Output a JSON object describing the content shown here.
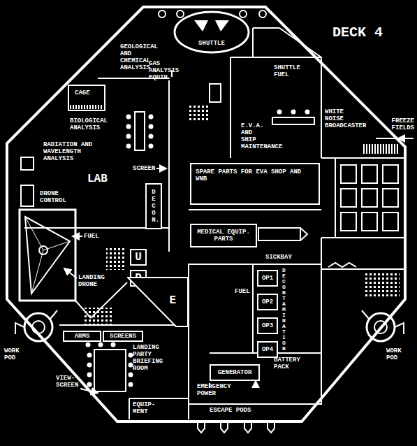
{
  "diagram": {
    "title": "DECK 4",
    "nodes": [
      {
        "text": [
          "SHUTTLE"
        ]
      },
      {
        "text": [
          "SPARE PARTS FOR EVA SHOP AND WNB"
        ]
      },
      {
        "text": [
          "MEDICAL EQUIP. PARTS"
        ]
      },
      {
        "text": [
          "DECON."
        ]
      },
      {
        "text": [
          "U"
        ]
      },
      {
        "text": [
          "D"
        ]
      },
      {
        "text": [
          "E"
        ]
      },
      {
        "text": [
          "OP1"
        ]
      },
      {
        "text": [
          "OP2"
        ]
      },
      {
        "text": [
          "OP3"
        ]
      },
      {
        "text": [
          "OP4"
        ]
      },
      {
        "text": [
          "GENERATOR"
        ]
      },
      {
        "text": [
          "ARMS"
        ]
      },
      {
        "text": [
          "SCREENS"
        ]
      }
    ],
    "labels": [
      "GEOLOGICAL AND CHEMICAL ANALYSIS",
      "GAS ANALYSIS EQUIP.",
      "SHUTTLE FUEL",
      "CAGE",
      "BIOLOGICAL ANALYSIS",
      "RADIATION AND WAVELENGTH ANALYSIS",
      "LAB",
      "SCREEN",
      "DRONE CONTROL",
      "E.V.A. AND SHIP MAINTENANCE",
      "WHITE NOISE BROADCASTER",
      "FREEZE FIELDS",
      "FUEL",
      "SICKBAY",
      "LANDING DRONE",
      "FUEL",
      "DECONTAMINATION",
      "BATTERY PACK",
      "EMERGENCY POWER",
      "LANDING PARTY BRIEFING ROOM",
      "VIEW-SCREEN",
      "EQUIP-MENT",
      "ESCAPE PODS",
      "WORK POD",
      "WORK POD"
    ]
  }
}
